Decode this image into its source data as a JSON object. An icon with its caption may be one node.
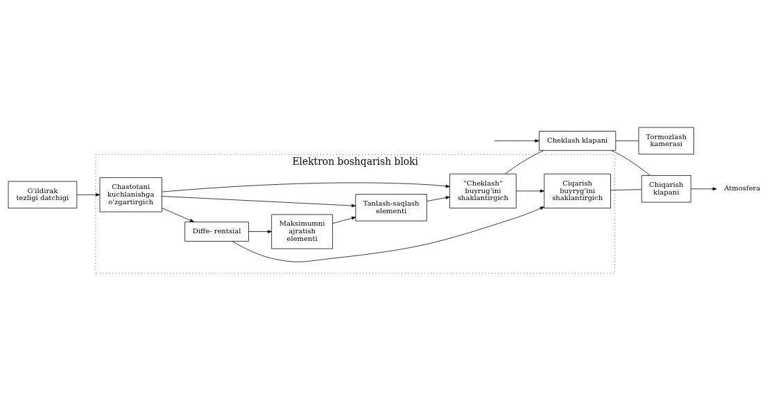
{
  "diagram": {
    "nodes": [
      {
        "text": [
          "Elektron boshqarish bloki"
        ]
      },
      {
        "text": [
          "G'ildirak tezligi datchigi"
        ]
      },
      {
        "text": [
          "Chastotani kuchlanishga o'zgartirgich"
        ],
        "in": 0
      },
      {
        "text": [
          "Tanlash-saqlash elementi"
        ],
        "in": 0
      },
      {
        "text": [
          "\"Cheklash\" buyrug'ini shaklantirgich"
        ],
        "in": 0
      },
      {
        "text": [
          "Diffe- rentsial"
        ],
        "in": 0
      },
      {
        "text": [
          "Maksimumni ajratish elementi"
        ],
        "in": 0
      },
      {
        "text": [
          "Ciqarish buyryg'ini shaklantirgich"
        ],
        "in": 0
      },
      {
        "text": [
          "Cheklash klapani"
        ]
      },
      {
        "text": [
          "Tormozlash kamerasi"
        ]
      },
      {
        "text": [
          "Chiqarish klapani"
        ]
      },
      {
        "text": [
          "Atmosfera"
        ]
      }
    ],
    "edges": [
      {
        "from": 1,
        "to": 2,
        "arrow": "to"
      },
      {
        "from": 2,
        "to": 3,
        "arrow": "to"
      },
      {
        "from": 2,
        "to": 4,
        "arrow": "to"
      },
      {
        "from": 2,
        "to": 5,
        "arrow": "to"
      },
      {
        "from": 5,
        "to": 6,
        "arrow": "to"
      },
      {
        "from": 5,
        "to": 7,
        "arrow": "to"
      },
      {
        "from": 6,
        "to": 3,
        "arrow": "to"
      },
      {
        "from": 3,
        "to": 4,
        "arrow": "to"
      },
      {
        "from": 4,
        "to": 7,
        "arrow": "to"
      },
      {
        "from": 4,
        "to": 8,
        "arrow": "none"
      },
      {
        "from": 7,
        "to": 10,
        "arrow": "none"
      },
      {
        "from": null,
        "to": 8,
        "arrow": "to"
      },
      {
        "from": 8,
        "to": 9,
        "arrow": "none"
      },
      {
        "from": 8,
        "to": 10,
        "arrow": "none"
      },
      {
        "from": 10,
        "to": 11,
        "arrow": "to"
      }
    ]
  }
}
